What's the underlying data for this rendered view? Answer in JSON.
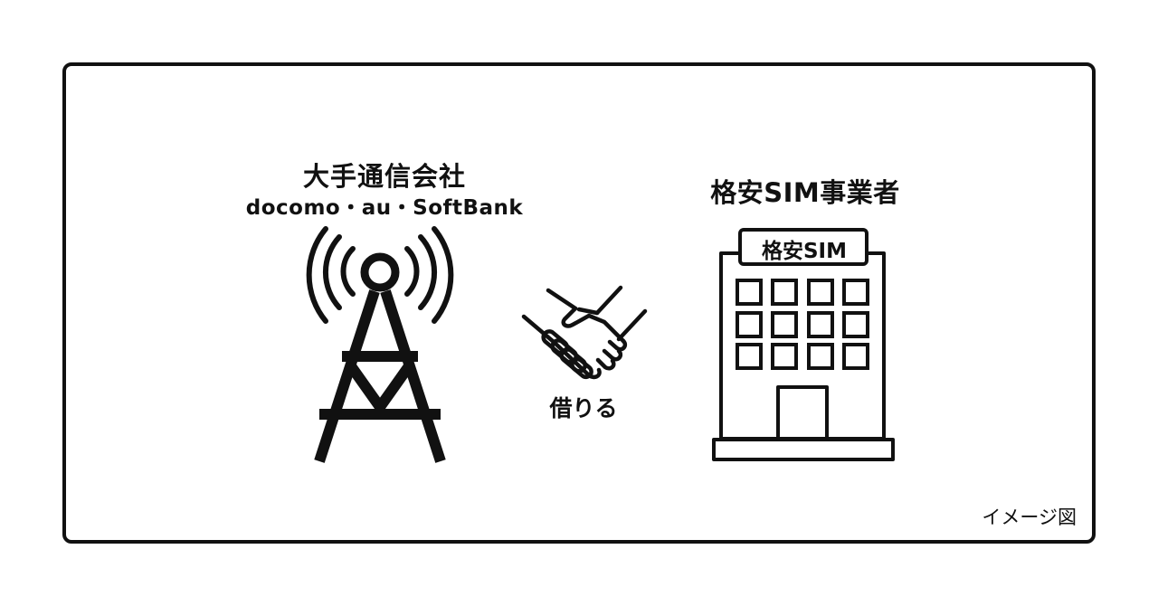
{
  "carrier": {
    "title": "大手通信会社",
    "subtitle": "docomo・au・SoftBank"
  },
  "mvno": {
    "title": "格安SIM事業者",
    "sign": "格安SIM"
  },
  "relation": {
    "label": "借りる"
  },
  "caption": "イメージ図",
  "icons": [
    "radio-tower-icon",
    "handshake-icon",
    "office-building-icon"
  ],
  "colors": {
    "ink": "#111111",
    "background": "#ffffff"
  }
}
